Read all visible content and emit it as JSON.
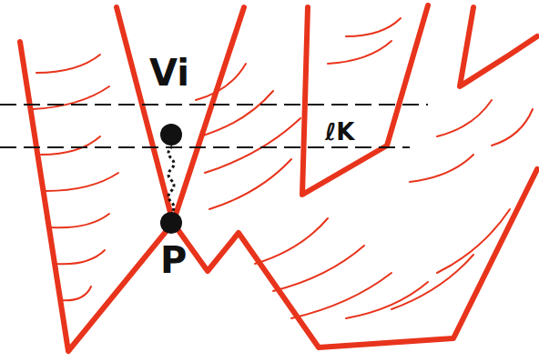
{
  "diagram": {
    "labels": [
      "Vi",
      "P",
      "ℓK"
    ]
  }
}
